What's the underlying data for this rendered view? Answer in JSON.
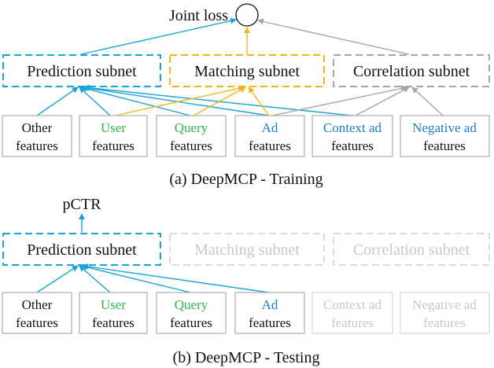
{
  "colors": {
    "prediction": "#1aa3dc",
    "matching": "#f5b51a",
    "correlation": "#a6a6a6",
    "disabled": "#dcdcdc",
    "feature_border": "#b4b4b4",
    "black_text": "#111111",
    "green_text": "#2eb54a",
    "blue_text": "#1b7fc1",
    "gray_text": "#c8c8c8"
  },
  "training": {
    "joint_loss": "Joint loss",
    "subnets": {
      "prediction": "Prediction subnet",
      "matching": "Matching subnet",
      "correlation": "Correlation subnet"
    },
    "features": [
      {
        "line1": "Other",
        "line2": "features"
      },
      {
        "line1": "User",
        "line2": "features"
      },
      {
        "line1": "Query",
        "line2": "features"
      },
      {
        "line1": "Ad",
        "line2": "features"
      },
      {
        "line1": "Context ad",
        "line2": "features"
      },
      {
        "line1": "Negative ad",
        "line2": "features"
      }
    ],
    "caption": "(a)  DeepMCP - Training"
  },
  "testing": {
    "output": "pCTR",
    "subnets": {
      "prediction": "Prediction subnet",
      "matching": "Matching subnet",
      "correlation": "Correlation subnet"
    },
    "features": [
      {
        "line1": "Other",
        "line2": "features"
      },
      {
        "line1": "User",
        "line2": "features"
      },
      {
        "line1": "Query",
        "line2": "features"
      },
      {
        "line1": "Ad",
        "line2": "features"
      },
      {
        "line1": "Context ad",
        "line2": "features"
      },
      {
        "line1": "Negative ad",
        "line2": "features"
      }
    ],
    "caption": "(b)  DeepMCP - Testing"
  }
}
